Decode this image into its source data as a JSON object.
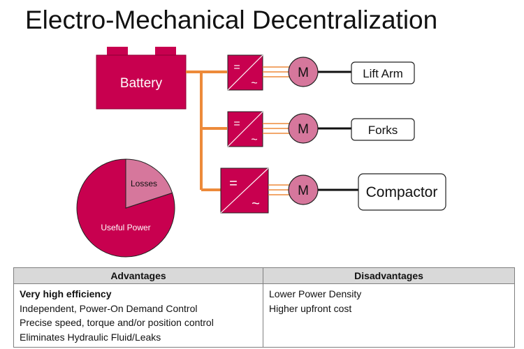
{
  "title": "Electro-Mechanical Decentralization",
  "colors": {
    "primary": "#c8004f",
    "secondary": "#d6779c",
    "wire": "#ed8a3a",
    "shaft": "#111111"
  },
  "diagram": {
    "battery_label": "Battery",
    "motor_symbol": "M",
    "converter_symbols": {
      "dc": "=",
      "ac": "~"
    },
    "loads": [
      "Lift Arm",
      "Forks",
      "Compactor"
    ]
  },
  "pie": {
    "slices": [
      {
        "label": "Losses",
        "value": 0.2
      },
      {
        "label": "Useful Power",
        "value": 0.8
      }
    ]
  },
  "table": {
    "headers": [
      "Advantages",
      "Disadvantages"
    ],
    "advantages": [
      {
        "text": "Very high efficiency",
        "bold": true
      },
      {
        "text": "Independent, Power-On Demand Control",
        "bold": false
      },
      {
        "text": "Precise speed, torque and/or position control",
        "bold": false
      },
      {
        "text": "Eliminates Hydraulic Fluid/Leaks",
        "bold": false
      }
    ],
    "disadvantages": [
      {
        "text": "Lower Power Density",
        "bold": false
      },
      {
        "text": "Higher upfront cost",
        "bold": false
      }
    ]
  }
}
